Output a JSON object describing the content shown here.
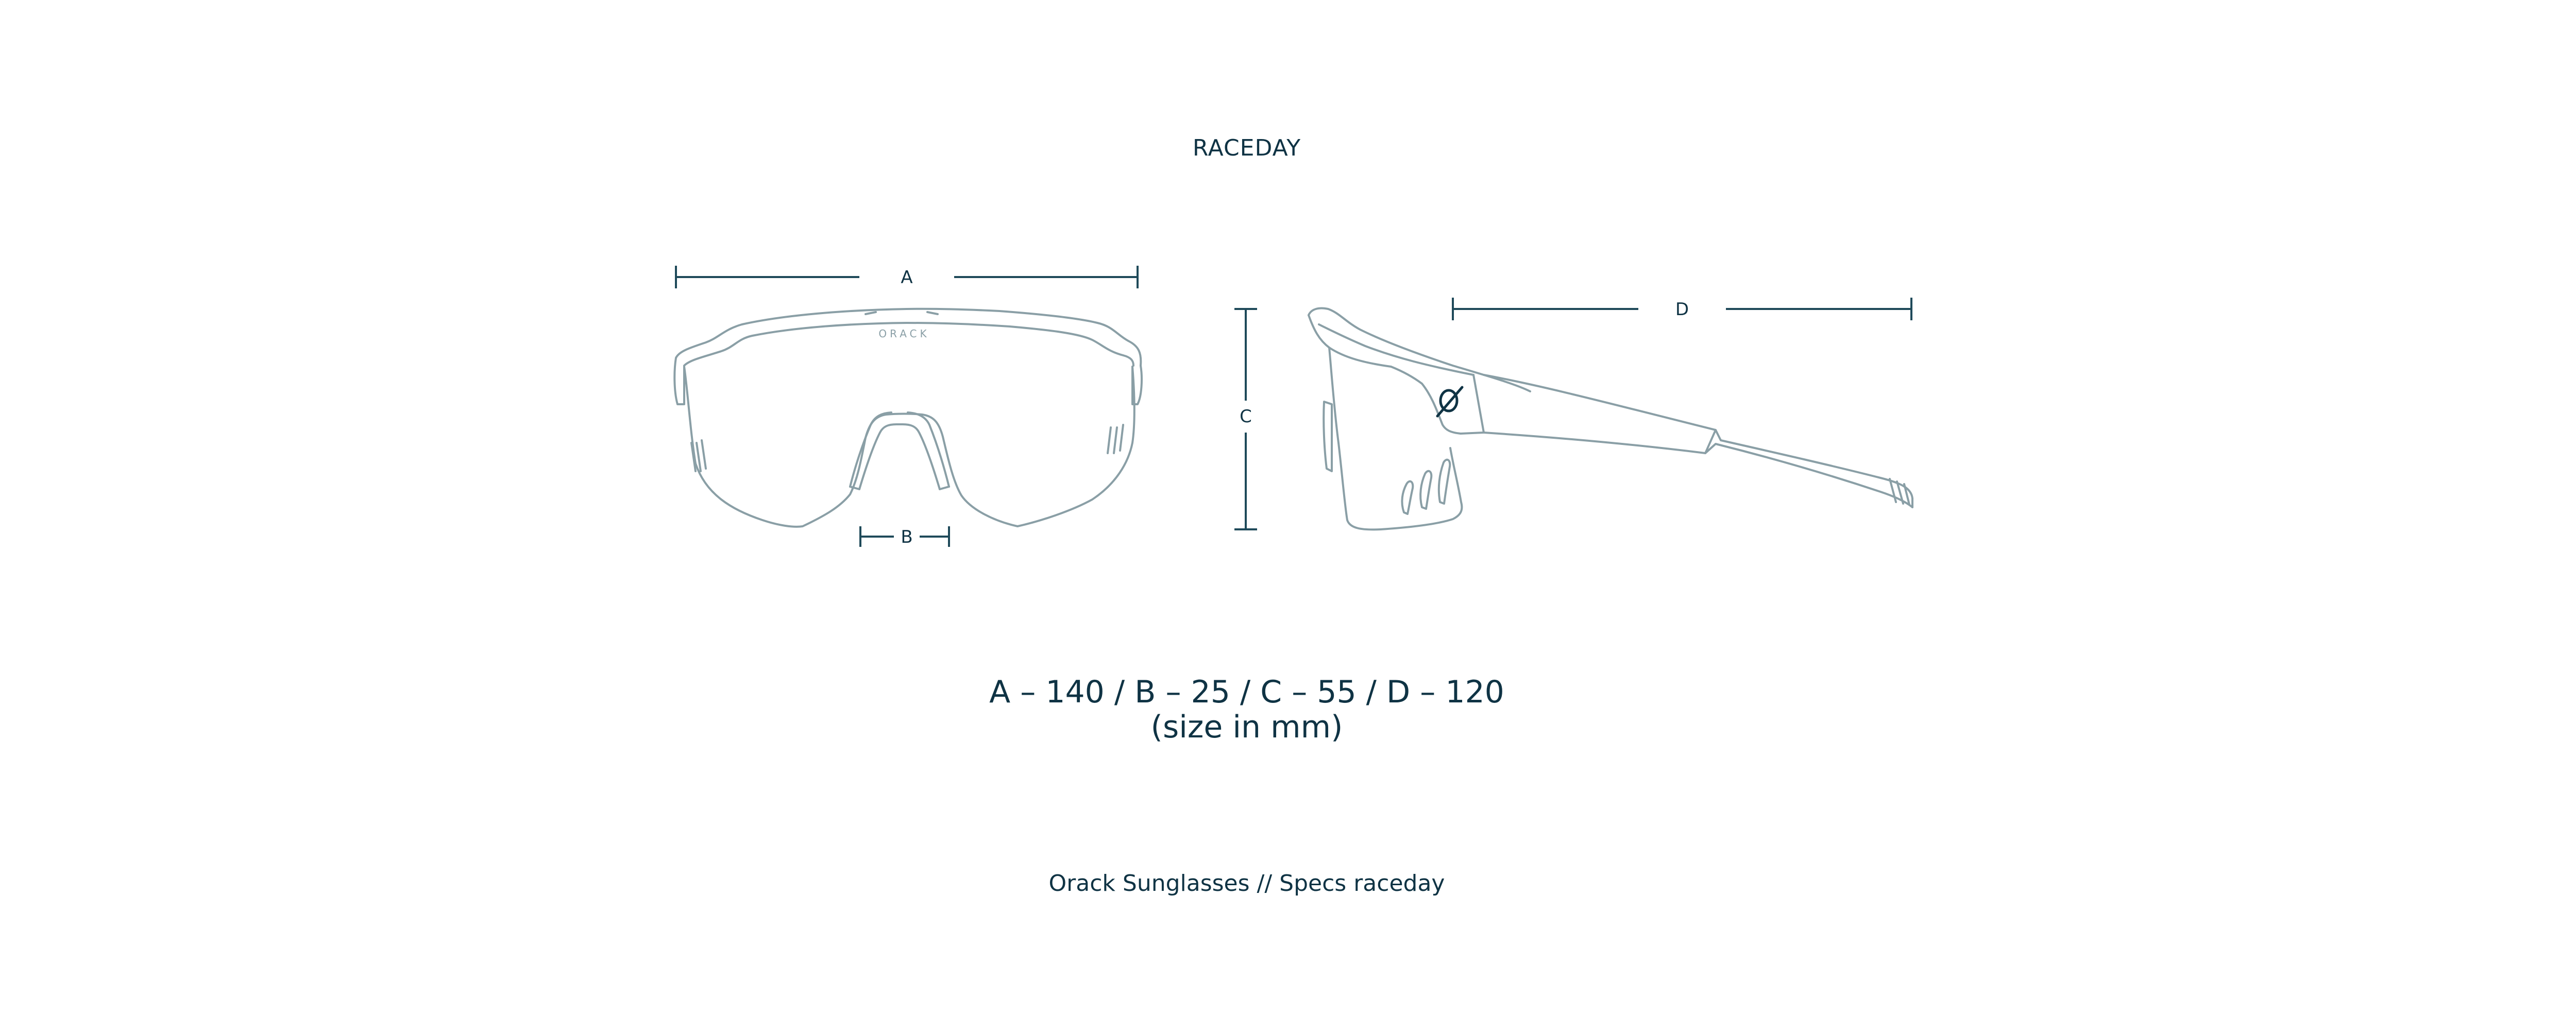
{
  "title": "RACEDAY",
  "front_view": {
    "brand_mark": "ORACK",
    "dimension_a_label": "A",
    "dimension_b_label": "B"
  },
  "side_view": {
    "dimension_c_label": "C",
    "dimension_d_label": "D"
  },
  "specs": {
    "line": "A – 140 / B – 25 / C – 55 / D – 120",
    "unit_note": "(size in mm)"
  },
  "footer": "Orack Sunglasses // Specs raceday",
  "colors": {
    "text": "#0f3344",
    "outline": "#8a9fa6",
    "dimension_line": "#1f4a5a"
  }
}
